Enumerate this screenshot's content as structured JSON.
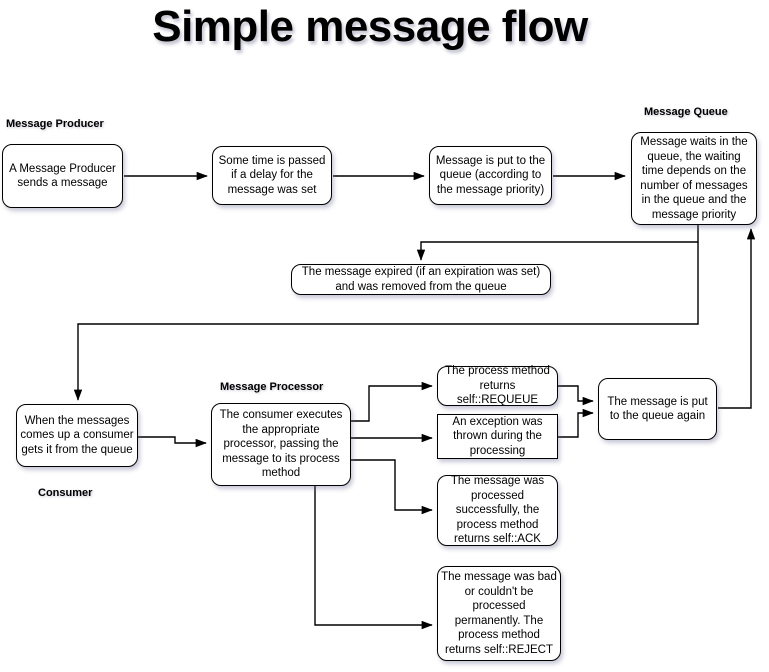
{
  "title": "Simple message flow",
  "labels": {
    "producer": "Message Producer",
    "queue": "Message Queue",
    "processor": "Message Processor",
    "consumer": "Consumer"
  },
  "nodes": {
    "producer": "A Message Producer sends a message",
    "delay": "Some time is passed if a delay for the message was set",
    "enqueue": "Message is put to the queue (according to the message priority)",
    "queue": "Message waits in the queue, the waiting time depends on the number of messages in the queue and the message priority",
    "expired": "The message expired (if an expiration was set) and was removed from the queue",
    "consumer": "When the messages comes up a consumer gets it from the queue",
    "processor": "The consumer executes the appropriate processor, passing the message to its process method",
    "requeue": "The process method returns self::REQUEUE",
    "exception": "An exception was thrown during the processing",
    "ack": "The message was processed successfully, the process method returns self::ACK",
    "reject": "The message was bad or couldn't be processed permanently. The process method returns self::REJECT",
    "putagain": "The message is put to the queue again"
  },
  "colors": {
    "stroke": "#000000",
    "fill": "#ffffff",
    "text": "#000000"
  }
}
